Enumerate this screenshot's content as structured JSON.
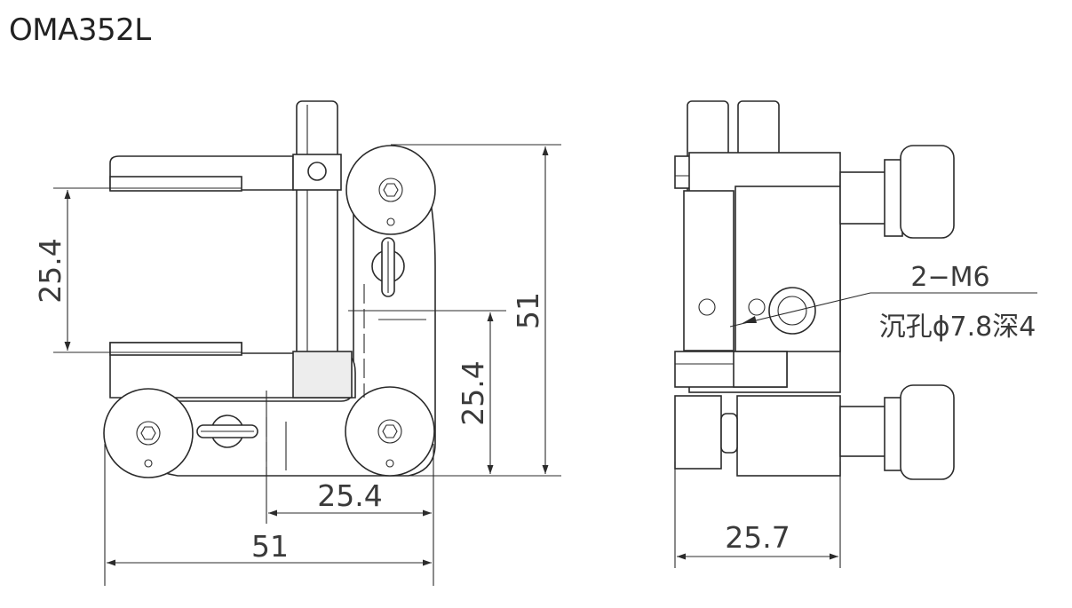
{
  "title": "OMA352L",
  "dimensions": {
    "left_vertical": "25.4",
    "right_height": "51",
    "center_vertical": "25.4",
    "bottom_inner": "25.4",
    "bottom_overall": "51",
    "side_width": "25.7"
  },
  "callout": {
    "line1": "2−M6",
    "line2": "沉孔ϕ7.8深4"
  }
}
